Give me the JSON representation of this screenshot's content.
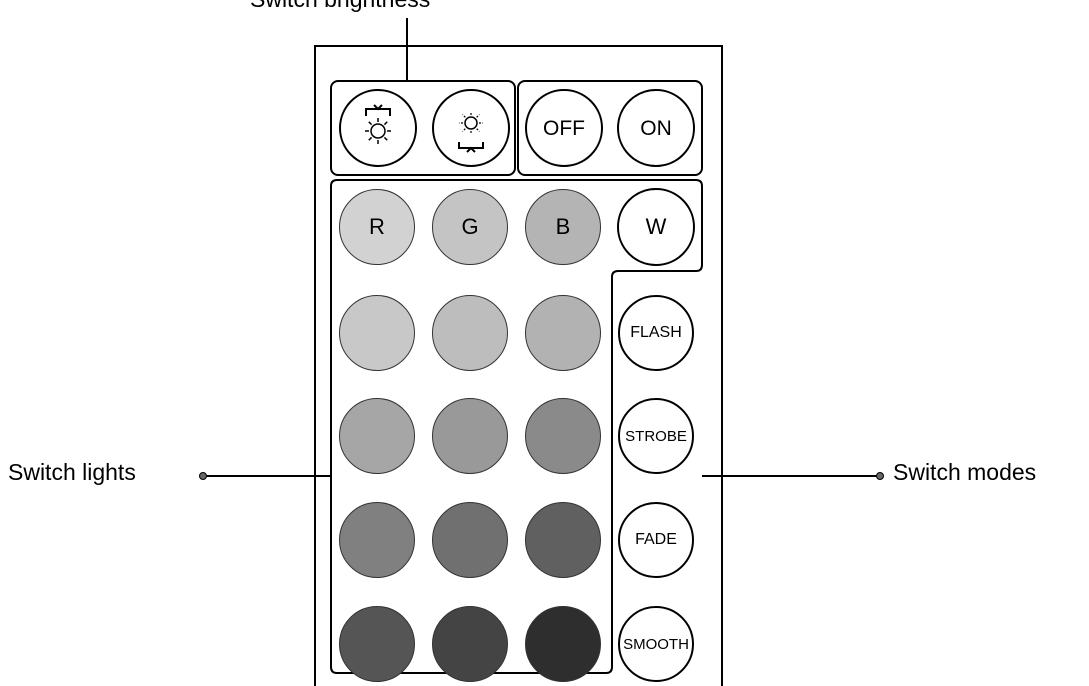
{
  "callouts": {
    "brightness": "Switch brightness",
    "lights": "Switch lights",
    "modes": "Switch modes"
  },
  "power": {
    "off_label": "OFF",
    "on_label": "ON"
  },
  "brightness_buttons": [
    {
      "name": "brightness-up",
      "icon": "brightness-up-icon"
    },
    {
      "name": "brightness-down",
      "icon": "brightness-down-icon"
    }
  ],
  "channel_buttons": [
    {
      "label": "R",
      "color": "#d2d2d2"
    },
    {
      "label": "G",
      "color": "#c4c4c4"
    },
    {
      "label": "B",
      "color": "#b4b4b4"
    },
    {
      "label": "W",
      "color": "#ffffff"
    }
  ],
  "color_grid": [
    [
      "#c8c8c8",
      "#bdbdbd",
      "#b2b2b2"
    ],
    [
      "#a6a6a6",
      "#999999",
      "#8a8a8a"
    ],
    [
      "#808080",
      "#707070",
      "#606060"
    ],
    [
      "#555555",
      "#444444",
      "#2e2e2e"
    ]
  ],
  "mode_buttons": [
    {
      "label": "FLASH"
    },
    {
      "label": "STROBE"
    },
    {
      "label": "FADE"
    },
    {
      "label": "SMOOTH"
    }
  ]
}
